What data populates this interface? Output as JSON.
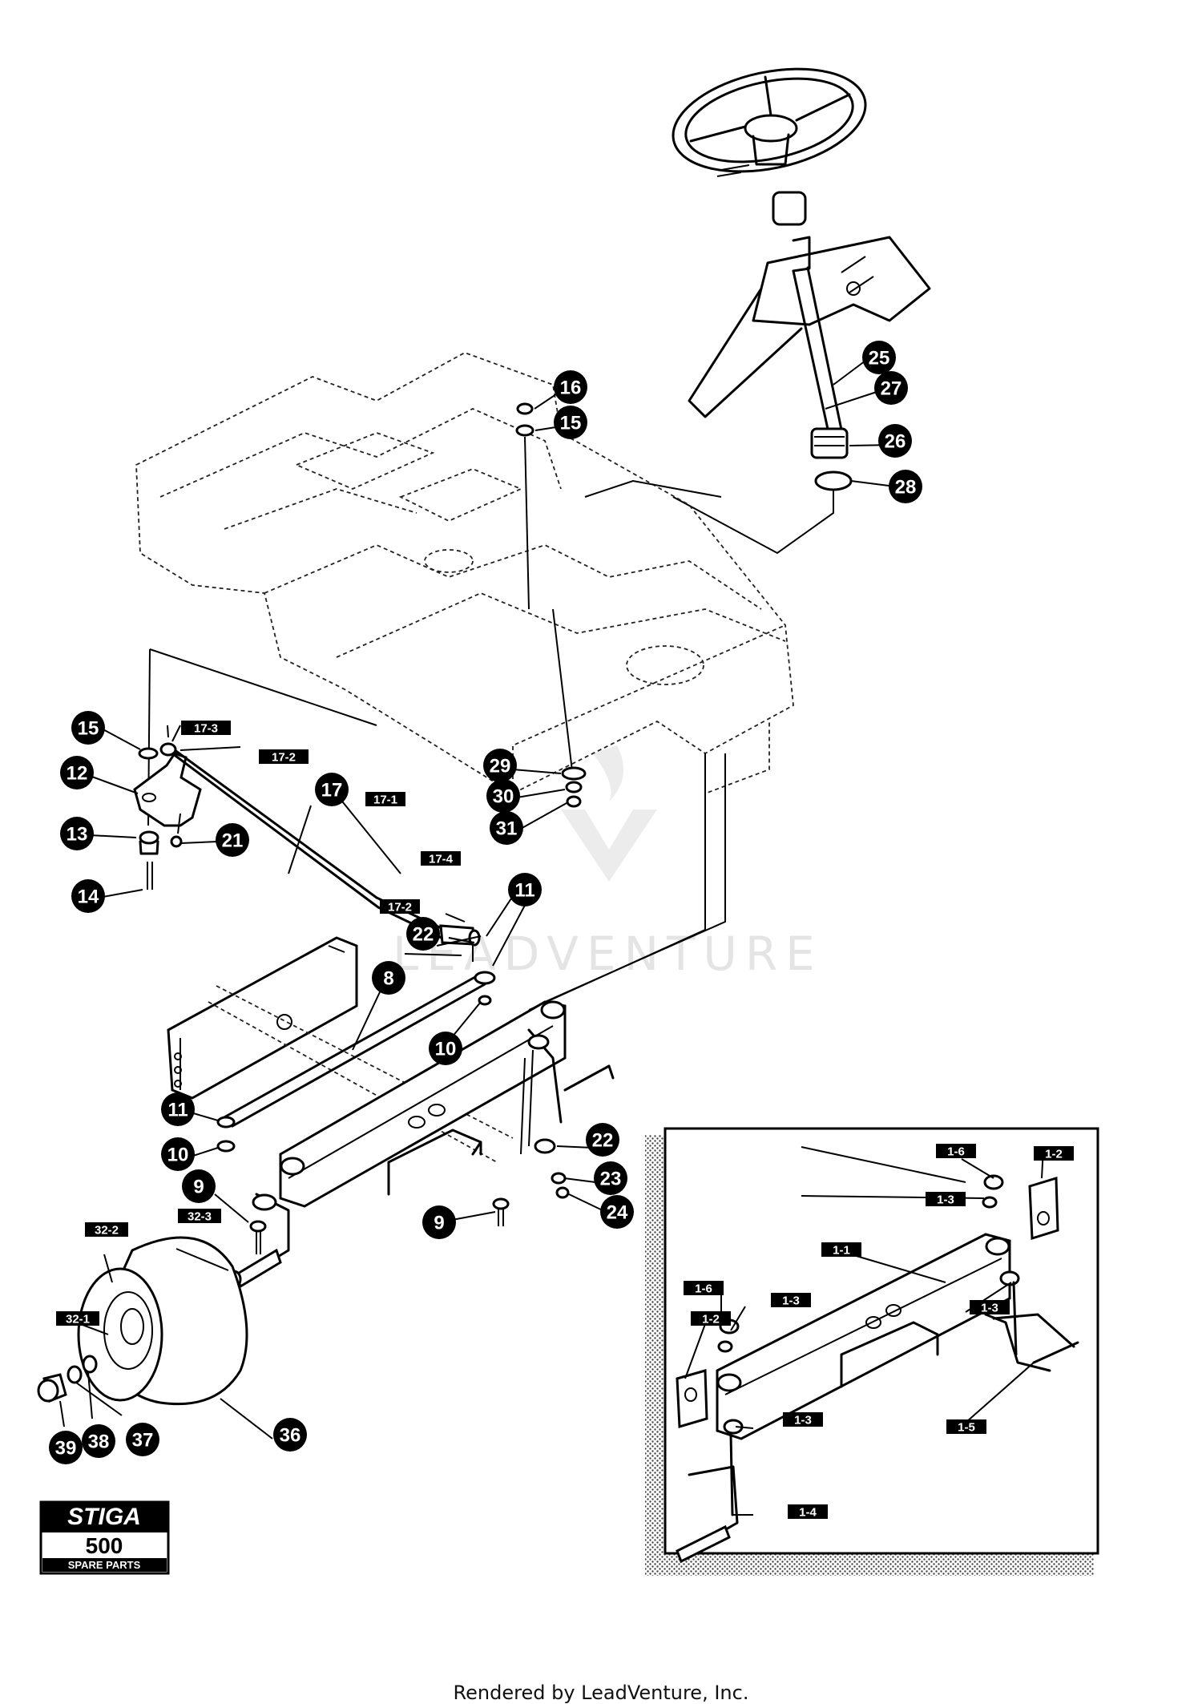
{
  "callouts": [
    {
      "label": "16"
    },
    {
      "label": "15"
    },
    {
      "label": "25"
    },
    {
      "label": "27"
    },
    {
      "label": "26"
    },
    {
      "label": "28"
    },
    {
      "label": "15"
    },
    {
      "label": "12"
    },
    {
      "label": "13"
    },
    {
      "label": "14"
    },
    {
      "label": "21"
    },
    {
      "label": "17"
    },
    {
      "label": "29"
    },
    {
      "label": "30"
    },
    {
      "label": "31"
    },
    {
      "label": "11"
    },
    {
      "label": "22"
    },
    {
      "label": "8"
    },
    {
      "label": "10"
    },
    {
      "label": "11"
    },
    {
      "label": "10"
    },
    {
      "label": "9"
    },
    {
      "label": "9"
    },
    {
      "label": "22"
    },
    {
      "label": "23"
    },
    {
      "label": "24"
    },
    {
      "label": "36"
    },
    {
      "label": "37"
    },
    {
      "label": "38"
    },
    {
      "label": "39"
    }
  ],
  "boxes": [
    {
      "label": "17-3"
    },
    {
      "label": "17-2"
    },
    {
      "label": "17-1"
    },
    {
      "label": "17-4"
    },
    {
      "label": "17-2"
    },
    {
      "label": "32-3"
    },
    {
      "label": "32-2"
    },
    {
      "label": "32-1"
    },
    {
      "label": "1-6"
    },
    {
      "label": "1-2"
    },
    {
      "label": "1-3"
    },
    {
      "label": "1-1"
    },
    {
      "label": "1-6"
    },
    {
      "label": "1-3"
    },
    {
      "label": "1-2"
    },
    {
      "label": "1-3"
    },
    {
      "label": "1-3"
    },
    {
      "label": "1-5"
    },
    {
      "label": "1-4"
    }
  ],
  "logo": {
    "brand": "STIGA",
    "model": "500",
    "subtitle": "SPARE PARTS"
  },
  "watermark": "LEADVENTURE",
  "footer": "Rendered by LeadVenture, Inc.",
  "colors": {
    "ink": "#000000",
    "watermark": "#e4e4e4",
    "background": "#ffffff"
  }
}
